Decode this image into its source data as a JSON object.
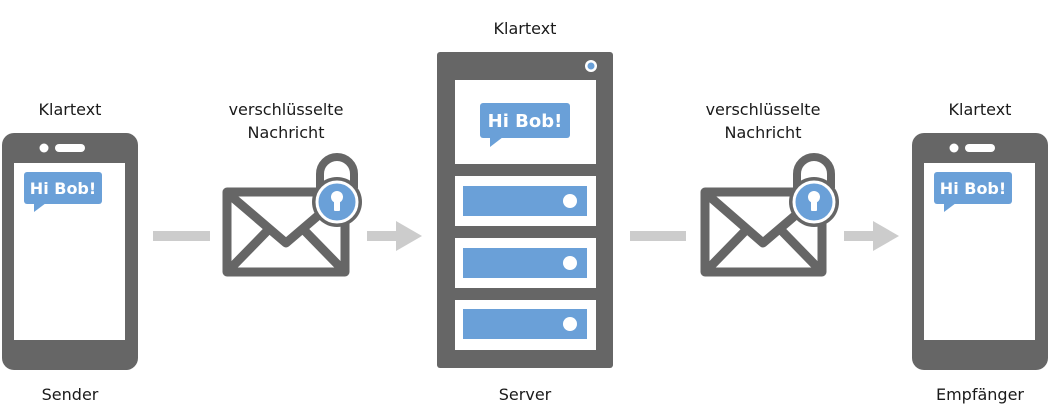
{
  "colors": {
    "device": "#666666",
    "accent": "#6aa0d8",
    "arrow": "#cccccc",
    "background": "#ffffff",
    "text": "#1a1a1a"
  },
  "sender": {
    "top_label": "Klartext",
    "bottom_label": "Sender",
    "message": "Hi Bob!"
  },
  "transit_left": {
    "label_line1": "verschlüsselte",
    "label_line2": "Nachricht"
  },
  "server": {
    "top_label": "Klartext",
    "bottom_label": "Server",
    "message": "Hi Bob!"
  },
  "transit_right": {
    "label_line1": "verschlüsselte",
    "label_line2": "Nachricht"
  },
  "receiver": {
    "top_label": "Klartext",
    "bottom_label": "Empfänger",
    "message": "Hi Bob!"
  },
  "icons": [
    "phone-icon",
    "envelope-icon",
    "padlock-icon",
    "server-icon",
    "arrow-icon"
  ]
}
